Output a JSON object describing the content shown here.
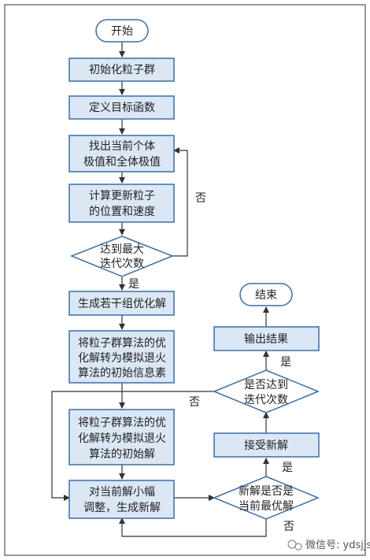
{
  "nodes": {
    "start": "开始",
    "init_swarm": "初始化粒子群",
    "define_objective": "定义目标函数",
    "find_extrema": [
      "找出当前个体",
      "极值和全体极值"
    ],
    "update_particles": [
      "计算更新粒子",
      "的位置和速度"
    ],
    "max_iter_check": [
      "达到最大",
      "迭代次数"
    ],
    "generate_solutions": "生成若干组优化解",
    "convert_pheromone": [
      "将粒子群算法的优",
      "化解转为模拟退火",
      "算法的初始信息素"
    ],
    "convert_initial": [
      "将粒子群算法的优",
      "化解转为模拟退火",
      "算法的初始解"
    ],
    "adjust_solution": [
      "对当前解小幅",
      "调整，生成新解"
    ],
    "best_check": [
      "新解是否是",
      "当前最优解"
    ],
    "accept_solution": "接受新解",
    "iter_check": [
      "是否达到",
      "迭代次数"
    ],
    "output_result": "输出结果",
    "end": "结束"
  },
  "edge_labels": {
    "max_iter_no": "否",
    "max_iter_yes": "是",
    "best_yes": "是",
    "best_no": "否",
    "iter_yes": "是",
    "iter_no": "否"
  },
  "watermark": "微信号: ydsjjs"
}
